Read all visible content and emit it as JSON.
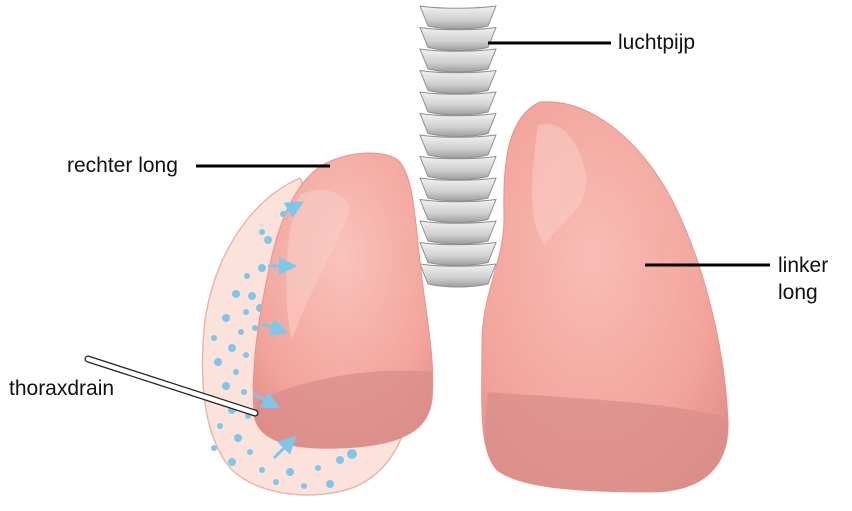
{
  "labels": {
    "trachea": "luchtpijp",
    "right_lung": "rechter long",
    "left_lung_line1": "linker",
    "left_lung_line2": "long",
    "drain": "thoraxdrain"
  },
  "colors": {
    "lung_fill": "#f3a8a0",
    "lung_shadow": "#d98d89",
    "lung_highlight": "#f9c6bf",
    "pleural_space": "#fbe1da",
    "fluid_bubbles": "#7fc7ea",
    "trachea_ring": "#d4d4d4",
    "trachea_shade": "#a9a9a9",
    "leader_line": "#000000"
  },
  "icons": {
    "bubbles": "fluid-bubble-icon",
    "arrows": "pressure-arrow-icon"
  }
}
